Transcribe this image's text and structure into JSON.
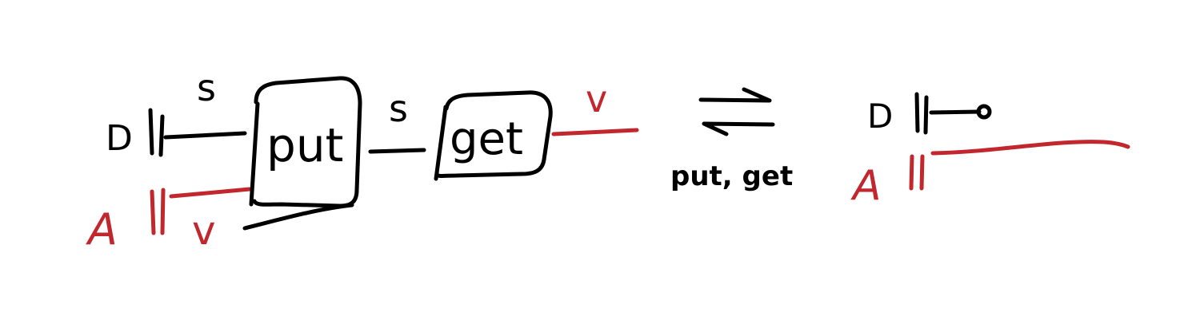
{
  "colors": {
    "ink": "#000000",
    "accent": "#c1272d",
    "background": "#ffffff"
  },
  "left_diagram": {
    "d_label": "D",
    "a_label": "A",
    "s_label_1": "s",
    "s_label_2": "s",
    "v_label_bottom": "v",
    "v_label_right": "v",
    "put_box": "put",
    "get_box": "get"
  },
  "equivalence": {
    "label": "put, get"
  },
  "right_diagram": {
    "d_label": "D",
    "a_label": "A"
  }
}
